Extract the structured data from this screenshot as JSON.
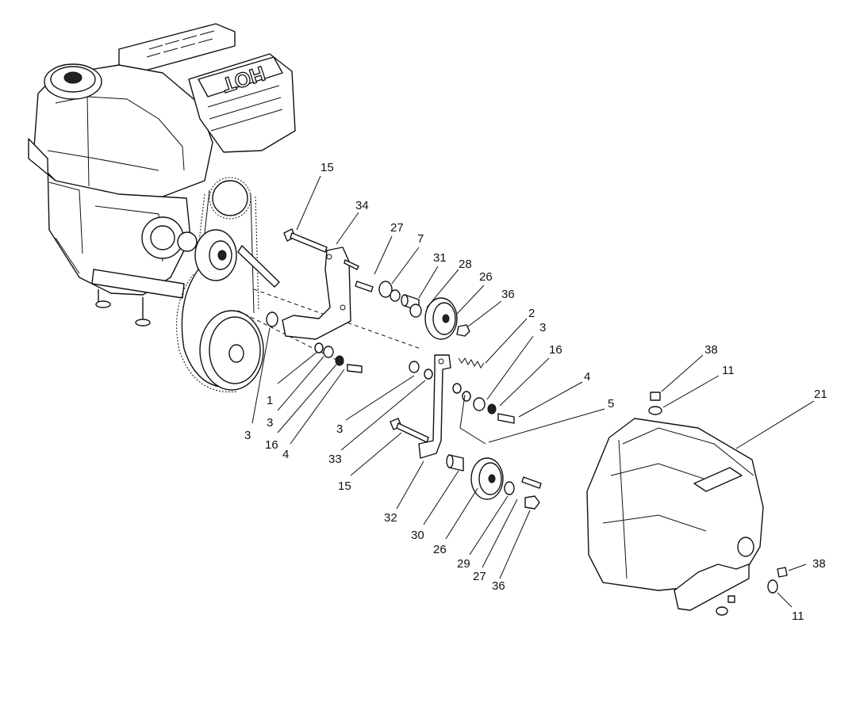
{
  "engine": {
    "housing_text": "HOT"
  },
  "callouts": [
    {
      "id": "c15a",
      "text": "15"
    },
    {
      "id": "c34",
      "text": "34"
    },
    {
      "id": "c27a",
      "text": "27"
    },
    {
      "id": "c7",
      "text": "7"
    },
    {
      "id": "c31",
      "text": "31"
    },
    {
      "id": "c28",
      "text": "28"
    },
    {
      "id": "c26a",
      "text": "26"
    },
    {
      "id": "c36a",
      "text": "36"
    },
    {
      "id": "c2",
      "text": "2"
    },
    {
      "id": "c3a",
      "text": "3"
    },
    {
      "id": "c16a",
      "text": "16"
    },
    {
      "id": "c4a",
      "text": "4"
    },
    {
      "id": "c5",
      "text": "5"
    },
    {
      "id": "c38a",
      "text": "38"
    },
    {
      "id": "c11a",
      "text": "11"
    },
    {
      "id": "c21",
      "text": "21"
    },
    {
      "id": "c1",
      "text": "1"
    },
    {
      "id": "c3b",
      "text": "3"
    },
    {
      "id": "c16b",
      "text": "16"
    },
    {
      "id": "c4b",
      "text": "4"
    },
    {
      "id": "c3c",
      "text": "3"
    },
    {
      "id": "c3d",
      "text": "3"
    },
    {
      "id": "c33",
      "text": "33"
    },
    {
      "id": "c15b",
      "text": "15"
    },
    {
      "id": "c32",
      "text": "32"
    },
    {
      "id": "c30",
      "text": "30"
    },
    {
      "id": "c26b",
      "text": "26"
    },
    {
      "id": "c29",
      "text": "29"
    },
    {
      "id": "c27b",
      "text": "27"
    },
    {
      "id": "c36b",
      "text": "36"
    },
    {
      "id": "c38b",
      "text": "38"
    },
    {
      "id": "c11b",
      "text": "11"
    }
  ]
}
